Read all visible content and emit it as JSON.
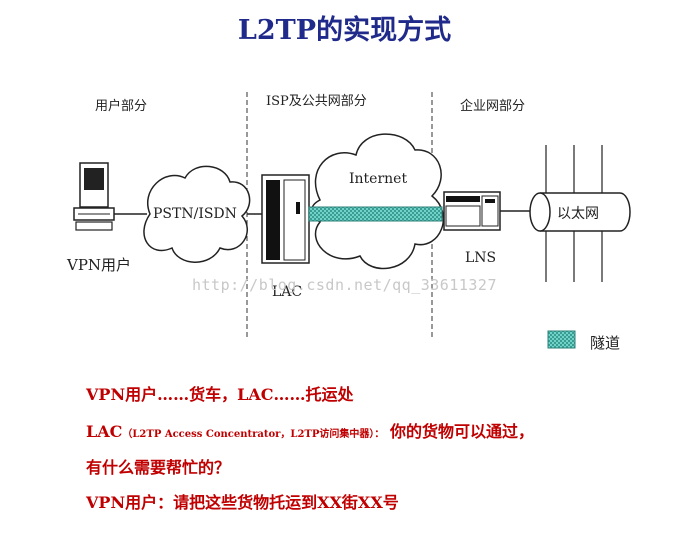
{
  "title": "L2TP的实现方式",
  "sections": {
    "user": "用户部分",
    "isp": "ISP及公共网部分",
    "enterprise": "企业网部分"
  },
  "nodes": {
    "vpn_user": "VPN用户",
    "pstn": "PSTN/ISDN",
    "lac": "LAC",
    "internet": "Internet",
    "lns": "LNS",
    "ethernet": "以太网"
  },
  "legend": {
    "tunnel": "隧道"
  },
  "watermark": "http://blog.csdn.net/qq_33611327",
  "colors": {
    "title": "#1f2a8a",
    "text": "#c00000",
    "tunnel": "#6fd3c8"
  },
  "text": {
    "line1": "VPN用户……货车，LAC……托运处",
    "line2_a": "LAC",
    "line2_small": "（L2TP Access Concentrator，L2TP访问集中器）：",
    "line2_b": " 你的货物可以通过，",
    "line3": "有什么需要帮忙的？",
    "line4": "VPN用户：请把这些货物托运到XX街XX号"
  }
}
